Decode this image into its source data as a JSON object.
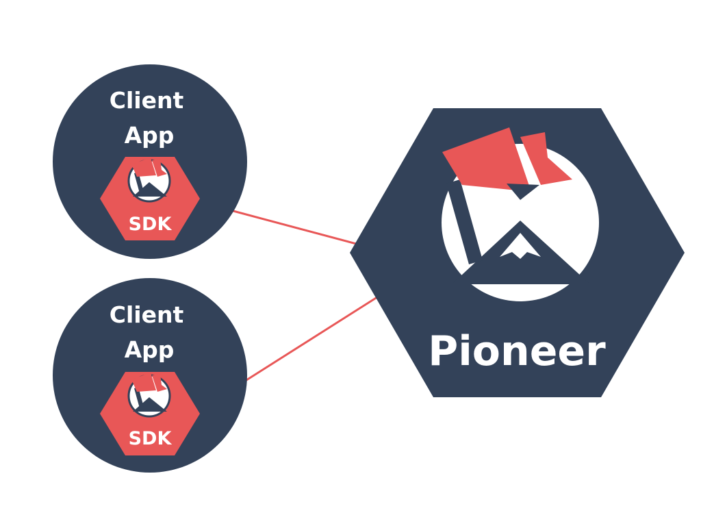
{
  "colors": {
    "navy": "#334259",
    "red": "#e85757",
    "white": "#ffffff"
  },
  "clients": [
    {
      "title_line1": "Client",
      "title_line2": "App",
      "sdk_label": "SDK",
      "icon": "pioneer-flag-logo-icon"
    },
    {
      "title_line1": "Client",
      "title_line2": "App",
      "sdk_label": "SDK",
      "icon": "pioneer-flag-logo-icon"
    }
  ],
  "server": {
    "title": "Pioneer",
    "icon": "pioneer-flag-logo-icon"
  }
}
